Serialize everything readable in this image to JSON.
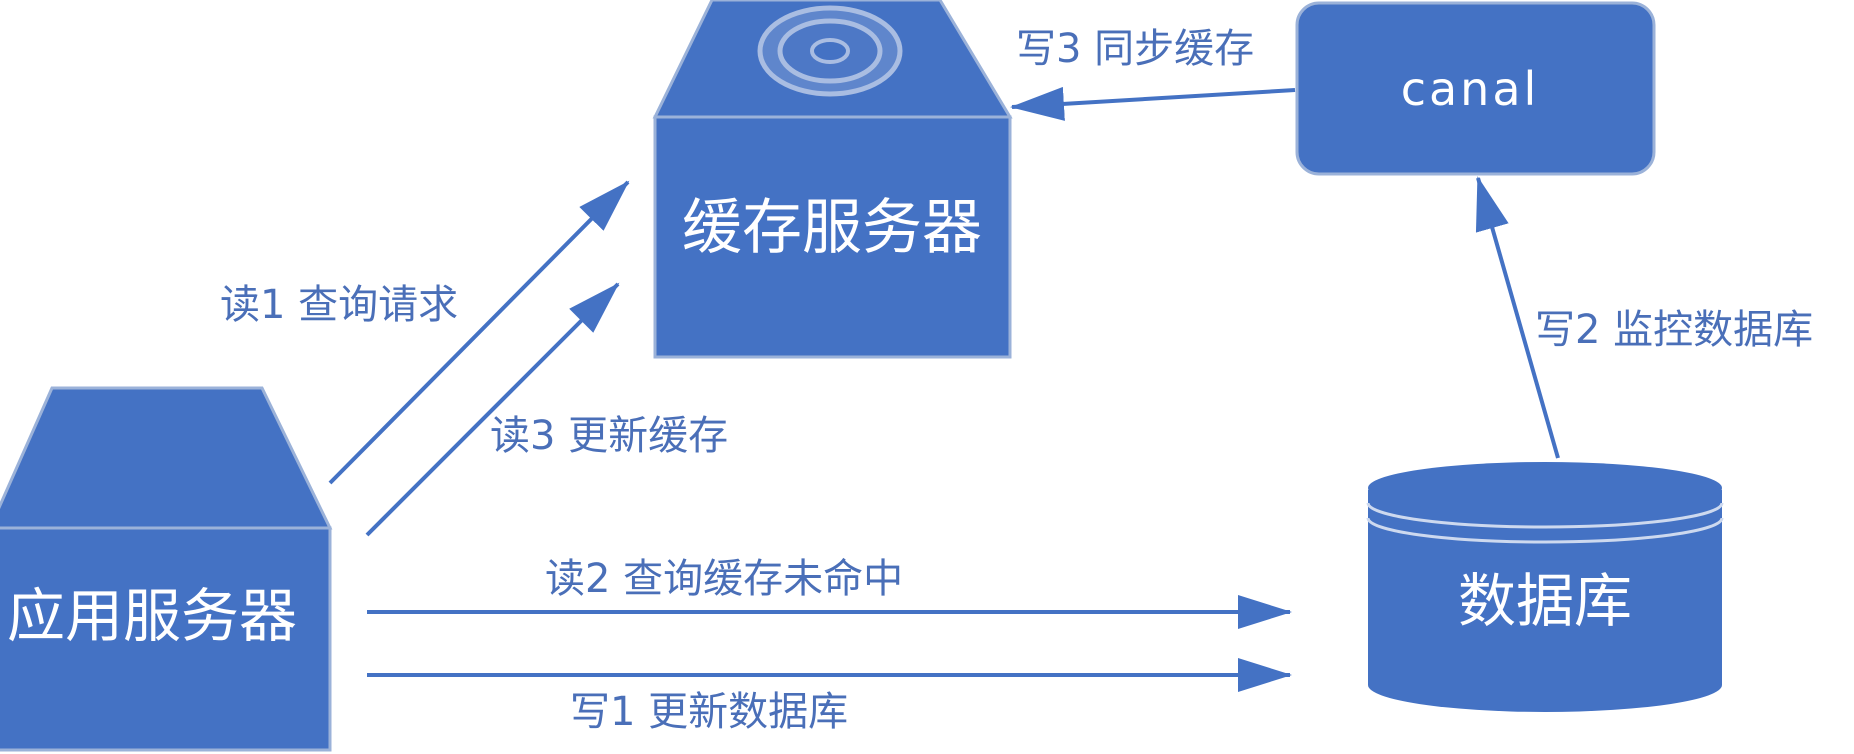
{
  "colors": {
    "node_fill": "#4472c4",
    "node_stroke": "#9bb2d9",
    "edge": "#4472c4",
    "edge_label": "#4a6fb8",
    "node_text": "#ffffff"
  },
  "nodes": {
    "cache_server": {
      "label": "缓存服务器",
      "icon": "disc-icon"
    },
    "app_server": {
      "label": "应用服务器"
    },
    "canal": {
      "label": "canal"
    },
    "database": {
      "label": "数据库"
    }
  },
  "edges": {
    "read1": {
      "label": "读1  查询请求"
    },
    "read2": {
      "label": "读2  查询缓存未命中"
    },
    "read3": {
      "label": "读3  更新缓存"
    },
    "write1": {
      "label": "写1    更新数据库"
    },
    "write2": {
      "label": "写2  监控数据库"
    },
    "write3": {
      "label": "写3  同步缓存"
    }
  }
}
